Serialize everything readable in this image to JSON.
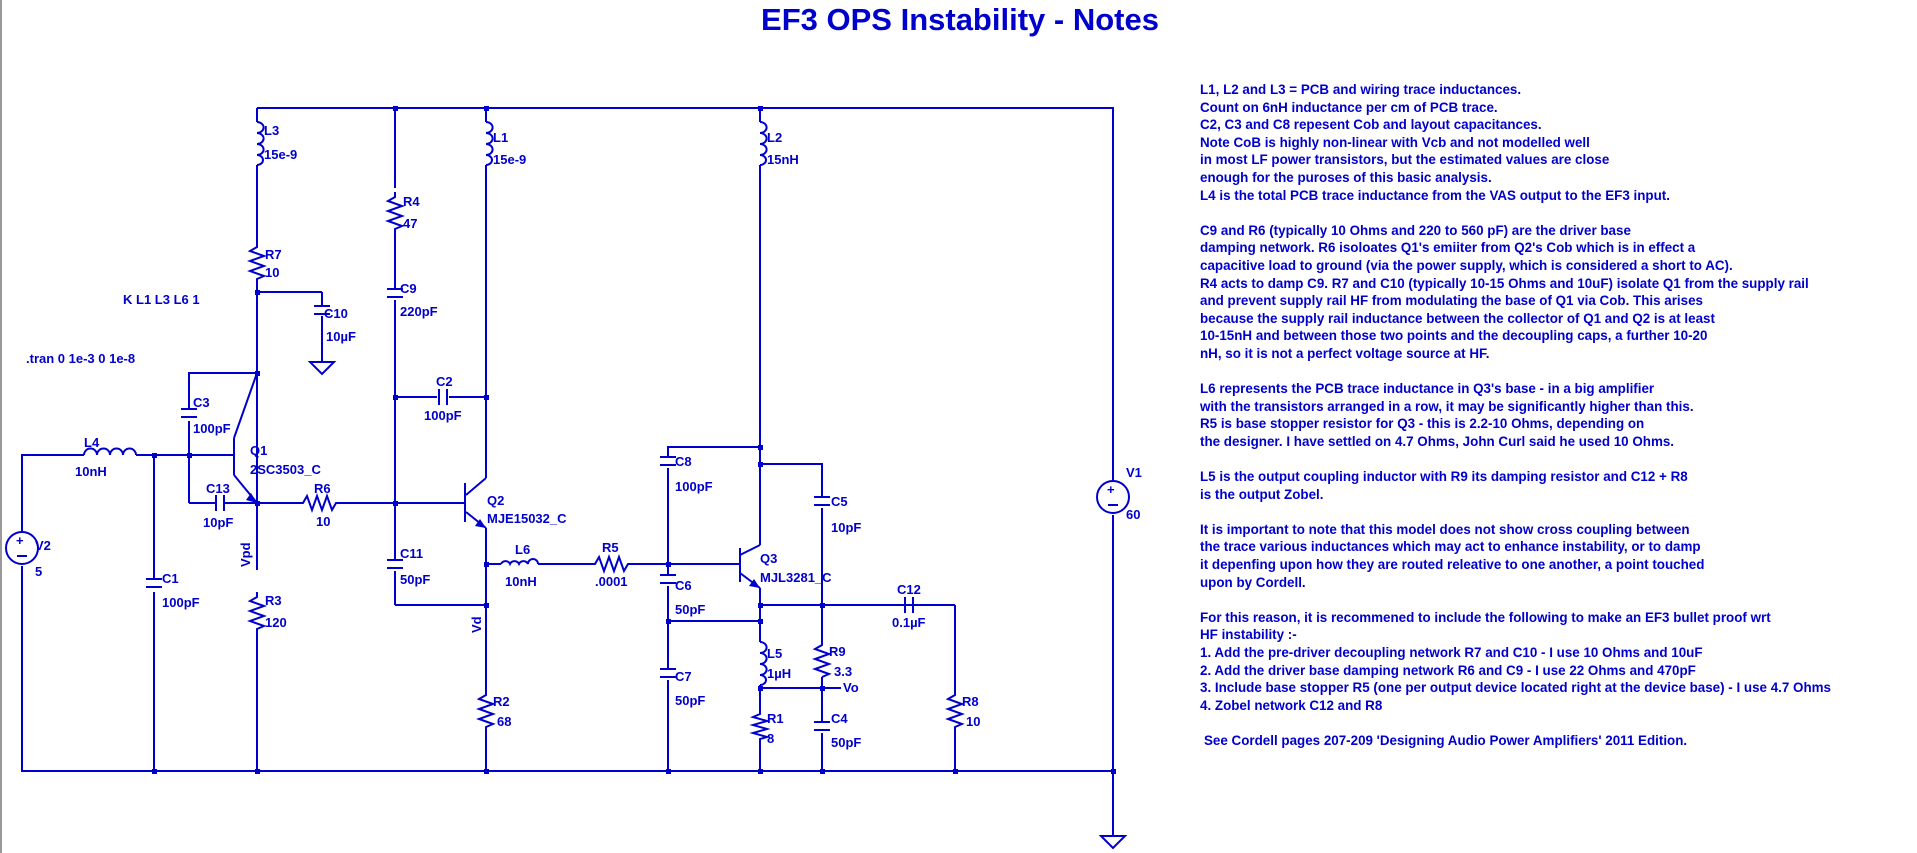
{
  "title": "EF3 OPS Instability - Notes",
  "accent_color": "#0000cc",
  "directives": {
    "coupling": "K L1 L3 L6 1",
    "tran": ".tran 0 1e-3 0 1e-8"
  },
  "components": {
    "L1": {
      "name": "L1",
      "value": "15e-9"
    },
    "L2": {
      "name": "L2",
      "value": "15nH"
    },
    "L3": {
      "name": "L3",
      "value": "15e-9"
    },
    "L4": {
      "name": "L4",
      "value": "10nH"
    },
    "L5": {
      "name": "L5",
      "value": "1µH"
    },
    "L6": {
      "name": "L6",
      "value": "10nH"
    },
    "R1": {
      "name": "R1",
      "value": "8"
    },
    "R2": {
      "name": "R2",
      "value": "68"
    },
    "R3": {
      "name": "R3",
      "value": "120"
    },
    "R4": {
      "name": "R4",
      "value": "47"
    },
    "R5": {
      "name": "R5",
      "value": ".0001"
    },
    "R6": {
      "name": "R6",
      "value": "10"
    },
    "R7": {
      "name": "R7",
      "value": "10"
    },
    "R8": {
      "name": "R8",
      "value": "10"
    },
    "R9": {
      "name": "R9",
      "value": "3.3"
    },
    "C1": {
      "name": "C1",
      "value": "100pF"
    },
    "C2": {
      "name": "C2",
      "value": "100pF"
    },
    "C3": {
      "name": "C3",
      "value": "100pF"
    },
    "C4": {
      "name": "C4",
      "value": "50pF"
    },
    "C5": {
      "name": "C5",
      "value": "10pF"
    },
    "C6": {
      "name": "C6",
      "value": "50pF"
    },
    "C7": {
      "name": "C7",
      "value": "50pF"
    },
    "C8": {
      "name": "C8",
      "value": "100pF"
    },
    "C9": {
      "name": "C9",
      "value": "220pF"
    },
    "C10": {
      "name": "C10",
      "value": "10µF"
    },
    "C11": {
      "name": "C11",
      "value": "50pF"
    },
    "C12": {
      "name": "C12",
      "value": "0.1µF"
    },
    "C13": {
      "name": "C13",
      "value": "10pF"
    },
    "Q1": {
      "name": "Q1",
      "value": "2SC3503_C"
    },
    "Q2": {
      "name": "Q2",
      "value": "MJE15032_C"
    },
    "Q3": {
      "name": "Q3",
      "value": "MJL3281_C"
    },
    "V1": {
      "name": "V1",
      "value": "60"
    },
    "V2": {
      "name": "V2",
      "value": "5"
    }
  },
  "net_labels": {
    "vpd": "Vpd",
    "vd": "Vd",
    "vo": "Vo"
  },
  "notes": [
    [
      "L1, L2 and L3 = PCB and wiring trace inductances.",
      "Count on 6nH inductance per cm of PCB trace.",
      "C2,  C3 and C8 repesent Cob and layout capacitances.",
      "Note CoB is highly non-linear with Vcb and not modelled well",
      "in most LF power transistors, but the estimated values are close",
      "enough for the puroses of this basic analysis.",
      "L4 is the total PCB trace inductance from the VAS output to the EF3 input."
    ],
    [
      "C9 and R6 (typically 10 Ohms and 220  to 560 pF) are the driver base",
      "damping network. R6 isoloates Q1's emiiter from Q2's Cob which is in effect a",
      "capacitive load to ground (via the power supply, which is considered a short to AC).",
      "R4 acts to damp C9. R7 and C10 (typically 10-15 Ohms and 10uF) isolate Q1 from the supply rail",
      "and prevent supply rail HF from modulating the base of Q1 via Cob. This arises",
      "because the supply rail inductance between the collector of Q1 and Q2 is at least",
      "10-15nH and between those two points and the decoupling caps, a further 10-20",
      "nH, so it is not a perfect voltage source at HF."
    ],
    [
      "L6 represents the PCB trace inductance in Q3's base - in a big amplifier",
      "with the transistors arranged in a row, it may be significantly higher than this.",
      "R5 is base stopper resistor for Q3 - this is 2.2-10 Ohms, depending on",
      "the designer. I have settled on 4.7 Ohms, John Curl said he used 10 Ohms."
    ],
    [
      "L5 is the output coupling inductor with R9 its damping resistor and C12 + R8",
      "is the output Zobel."
    ],
    [
      "It is important to note that this model does not show cross coupling between",
      "the trace various inductances which may act to enhance instability, or to damp",
      "it depenfing upon how they are routed releative to one another, a point touched",
      "upon by Cordell."
    ],
    [
      "For this reason, it is recommened to include the following to make an EF3 bullet proof wrt",
      "HF instability :-",
      "1. Add the pre-driver decoupling network R7 and C10 - I use 10 Ohms and 10uF",
      "2. Add the driver base damping network R6 and C9 - I use 22 Ohms and 470pF",
      "3. Include base stopper R5 (one per output device located right at the device base) - I use 4.7 Ohms",
      "4. Zobel network C12 and R8"
    ]
  ],
  "reference": "See Cordell pages 207-209 'Designing Audio Power Amplifiers' 2011 Edition."
}
